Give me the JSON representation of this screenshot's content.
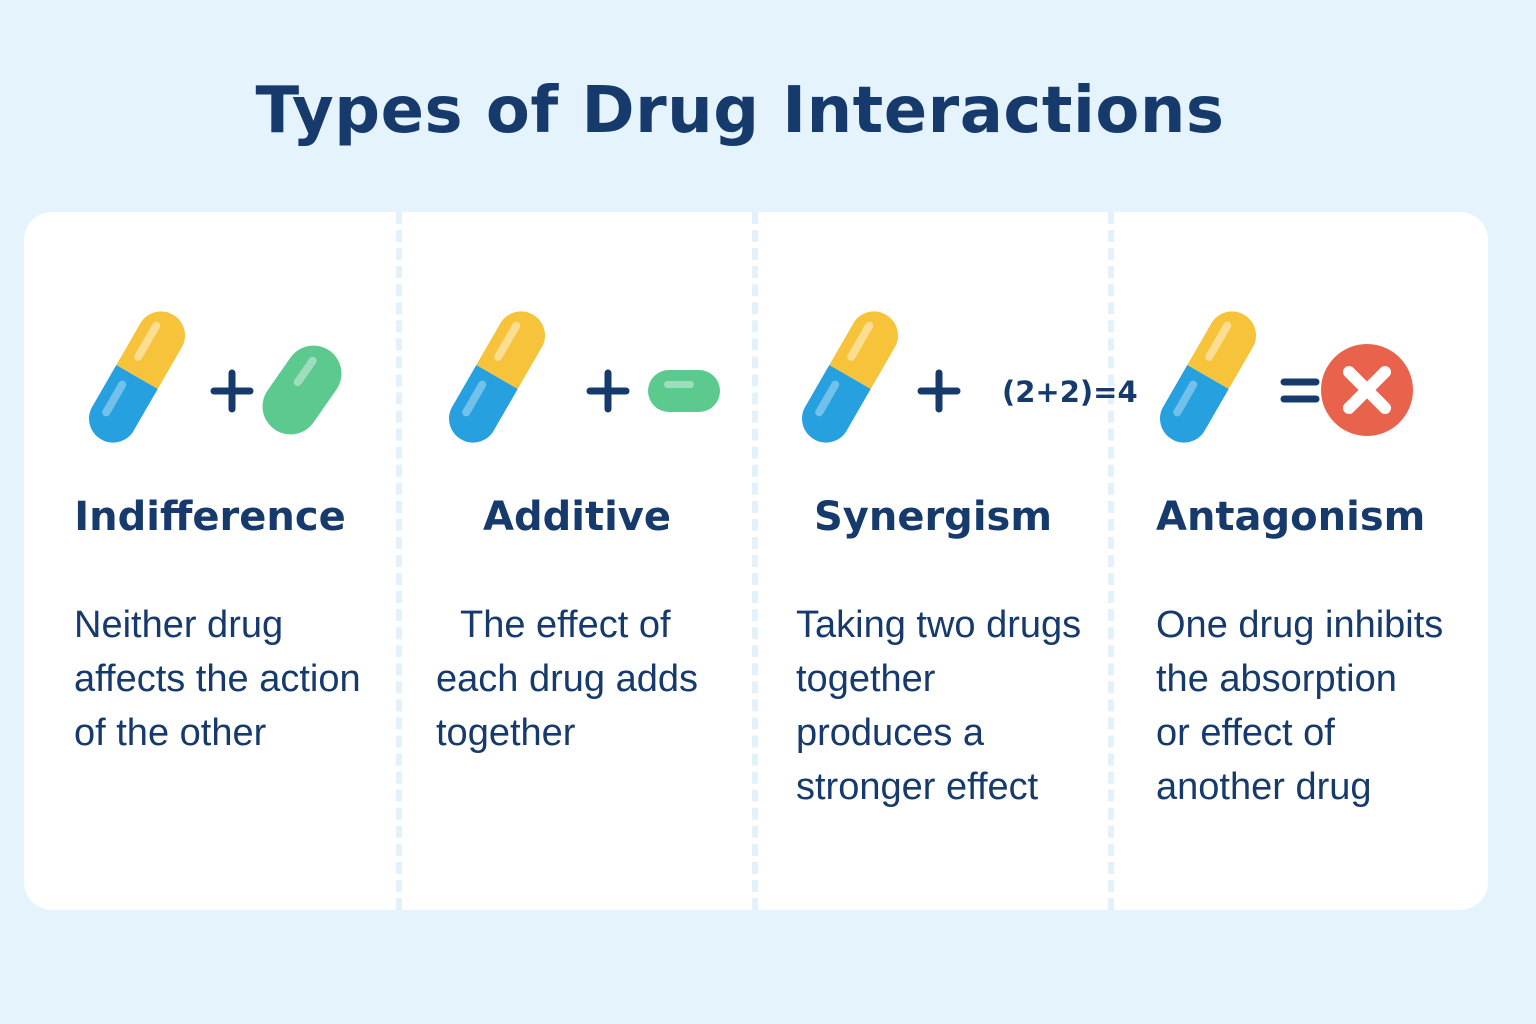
{
  "title": "Types of Drug Interactions",
  "colors": {
    "background": "#e5f4fc",
    "text": "#163a6c",
    "capsule_yellow": "#f7c33a",
    "capsule_blue": "#27a0e0",
    "pill_green": "#5cc98f",
    "cross_red": "#e8624c"
  },
  "interactions": [
    {
      "name": "Indifference",
      "icons": [
        "capsule-icon",
        "plus-icon",
        "green-pill-icon"
      ],
      "description": [
        "Neither drug",
        "affects the action",
        "of the other"
      ]
    },
    {
      "name": "Additive",
      "icons": [
        "capsule-icon",
        "plus-icon",
        "green-tablet-icon"
      ],
      "description": [
        "The effect of",
        "each drug adds",
        "together"
      ]
    },
    {
      "name": "Synergism",
      "icons": [
        "capsule-icon",
        "plus-icon"
      ],
      "formula": "(2+2)=4",
      "description": [
        "Taking two drugs",
        "together",
        "produces a",
        "stronger effect"
      ]
    },
    {
      "name": "Antagonism",
      "icons": [
        "capsule-icon",
        "equals-icon",
        "cross-icon"
      ],
      "description": [
        "One drug inhibits",
        "the absorption",
        "or effect of",
        "another drug"
      ]
    }
  ]
}
